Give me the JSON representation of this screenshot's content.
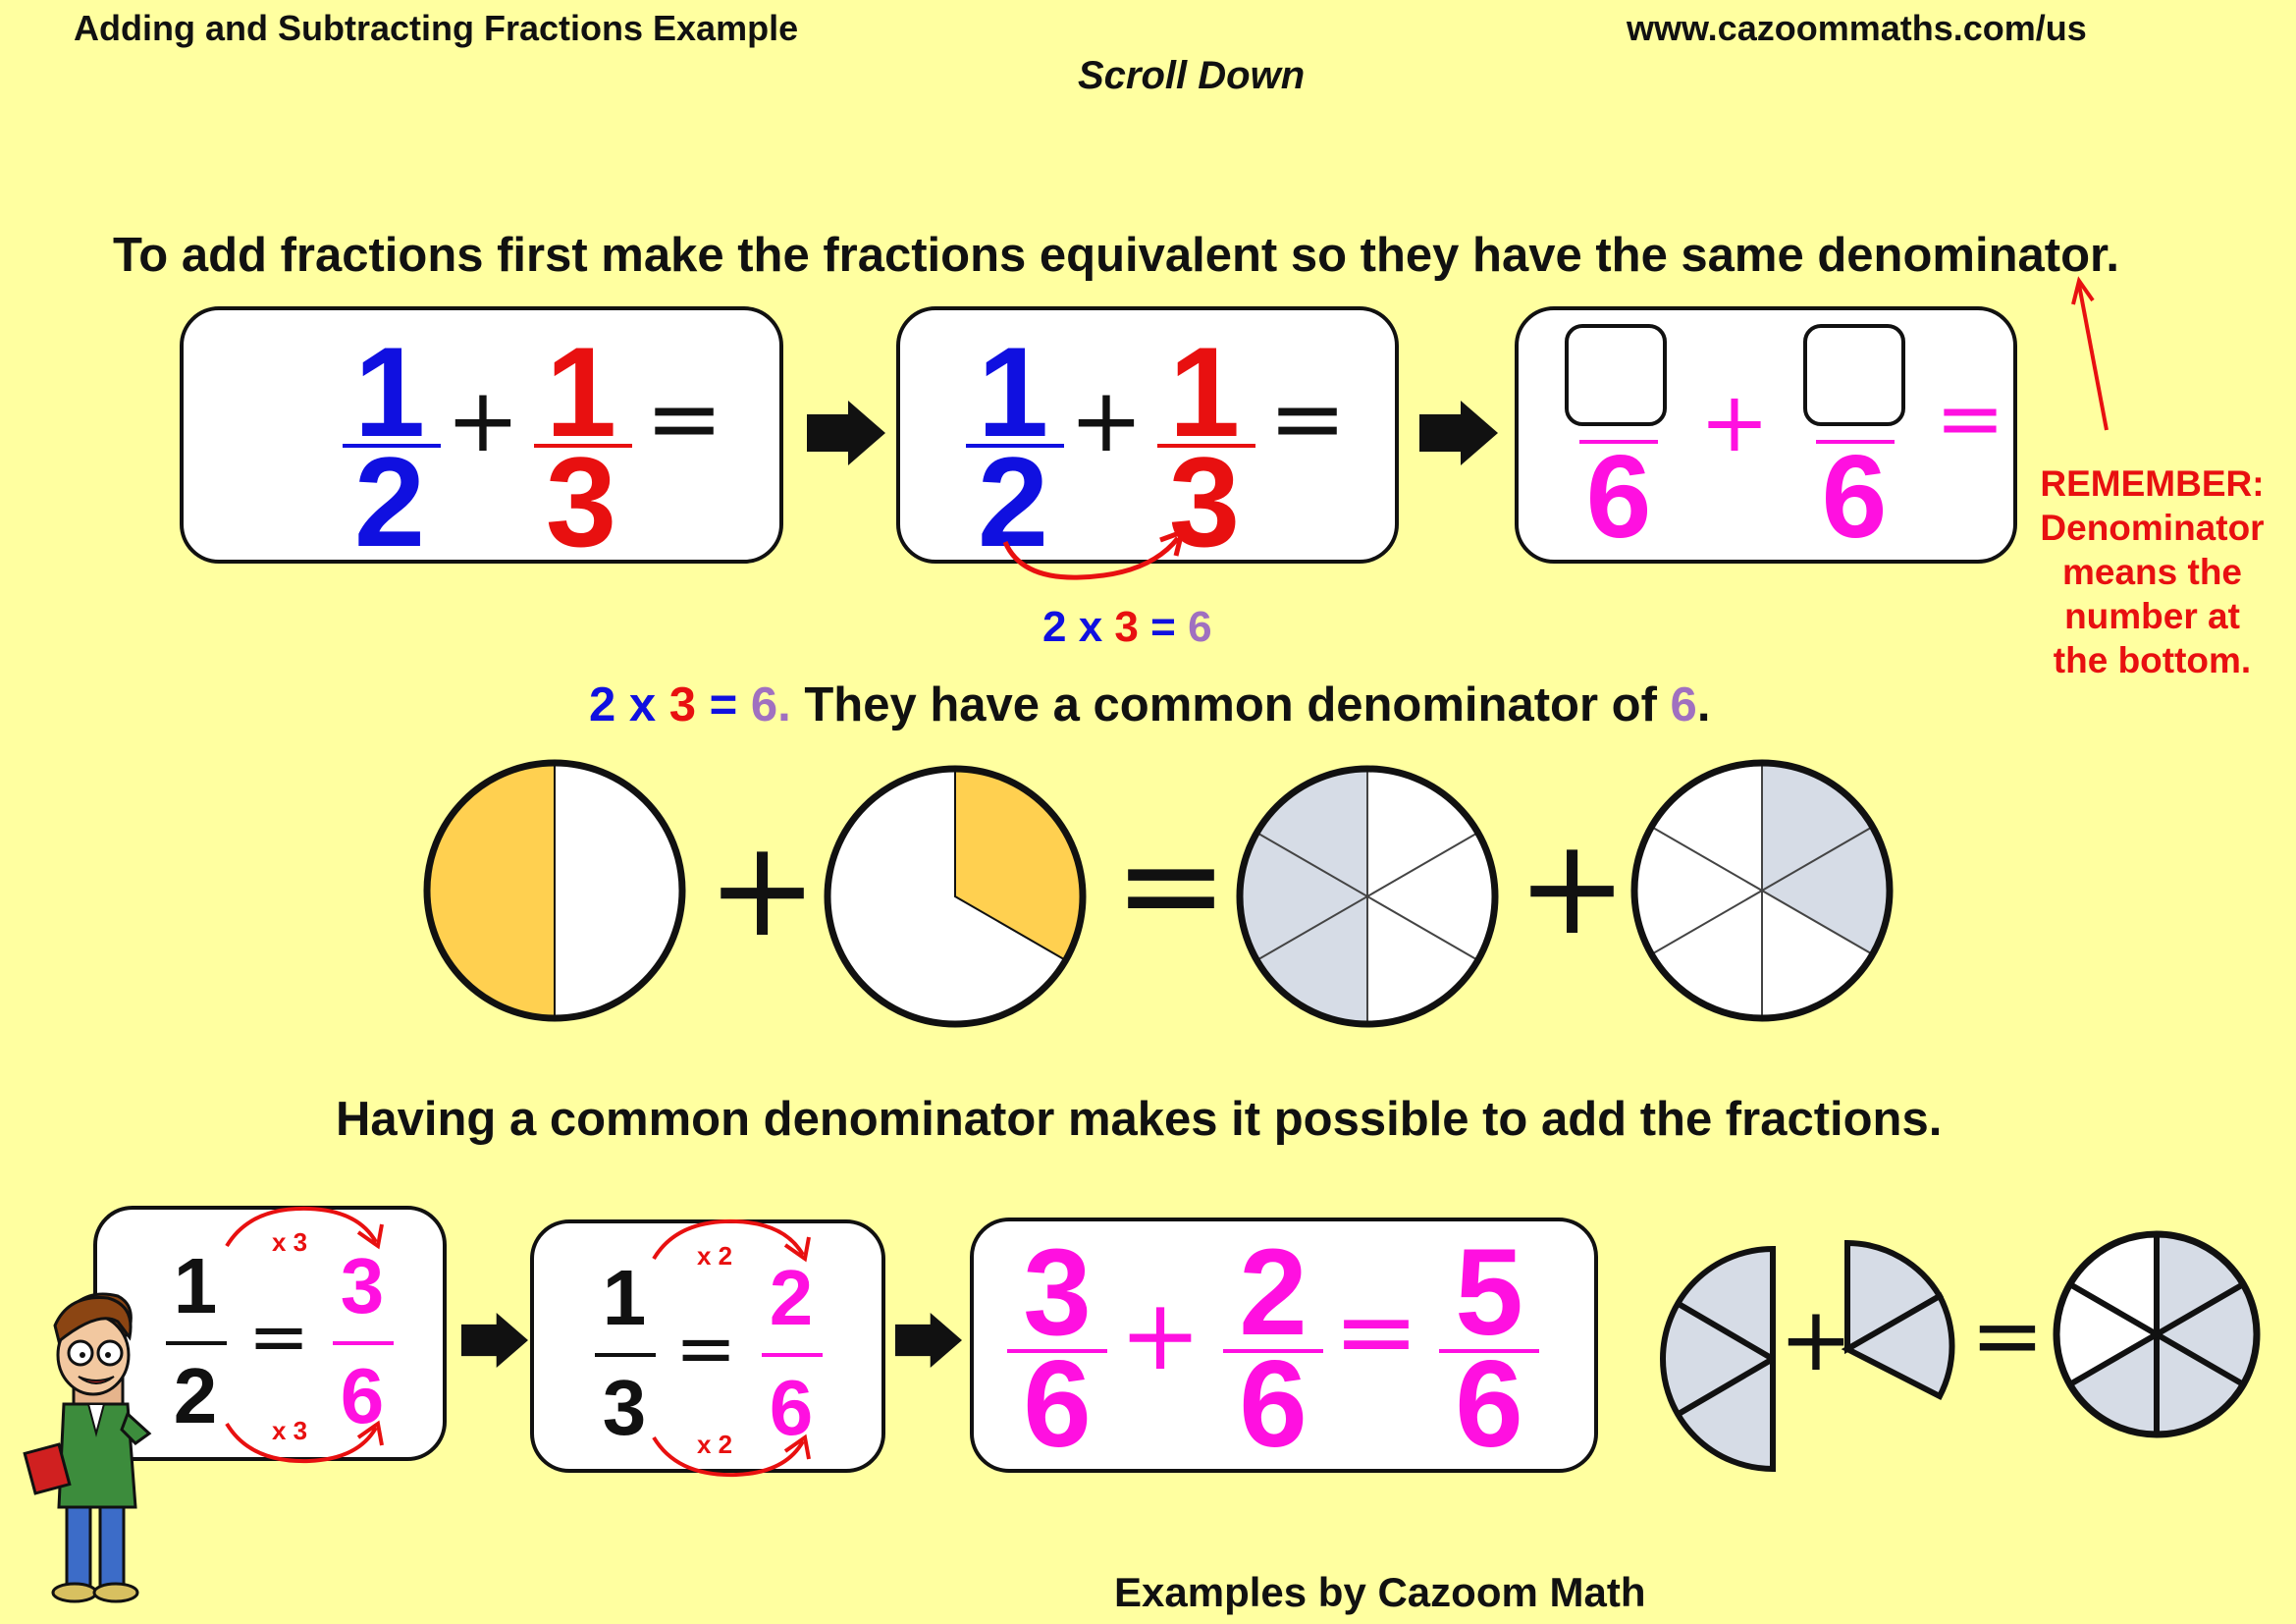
{
  "header": {
    "title": "Adding and Subtracting Fractions Example",
    "url": "www.cazoommaths.com/us",
    "scroll_hint": "Scroll Down"
  },
  "intro": {
    "sentence": "To add fractions first make the fractions equivalent so they have the same denominator."
  },
  "row1": {
    "box1": {
      "n1": "1",
      "d1": "2",
      "plus": "+",
      "n2": "1",
      "d2": "3",
      "eq": "="
    },
    "box2": {
      "n1": "1",
      "d1": "2",
      "plus": "+",
      "n2": "1",
      "d2": "3",
      "eq": "="
    },
    "box3": {
      "d1": "6",
      "plus": "+",
      "d2": "6",
      "eq": "="
    },
    "product": {
      "a": "2 x",
      "b": "3",
      "eq": "=",
      "c": "6"
    }
  },
  "remember": {
    "line1": "REMEMBER:",
    "line2": "Denominator",
    "line3": "means the",
    "line4": "number at",
    "line5": "the bottom."
  },
  "common": {
    "a": "2 x",
    "b": "3",
    "eq": "=",
    "c": "6.",
    "text": " They have a common denominator of",
    "d": "6",
    "end": "."
  },
  "circles": {
    "plus1": "+",
    "eq": "=",
    "plus2": "+"
  },
  "possible": {
    "sentence": "Having a common denominator makes it possible to add the fractions."
  },
  "row2": {
    "box1": {
      "n1": "1",
      "d1": "2",
      "eq": "=",
      "n2": "3",
      "d2": "6",
      "mul_top": "x 3",
      "mul_bot": "x 3"
    },
    "box2": {
      "n1": "1",
      "d1": "3",
      "eq": "=",
      "n2": "2",
      "d2": "6",
      "mul_top": "x 2",
      "mul_bot": "x 2"
    },
    "box3": {
      "n1": "3",
      "d1": "6",
      "plus": "+",
      "n2": "2",
      "d2": "6",
      "eq": "=",
      "n3": "5",
      "d3": "6"
    },
    "pieces": {
      "plus": "+",
      "eq": "="
    }
  },
  "footer": {
    "credit": "Examples by Cazoom Math"
  },
  "colors": {
    "background": "#FFFFA0",
    "blue": "#1010E0",
    "red": "#E81010",
    "magenta": "#FF10E0",
    "purple": "#A070C0",
    "orange": "#FFD050",
    "lightgray": "#D6DCE6"
  }
}
